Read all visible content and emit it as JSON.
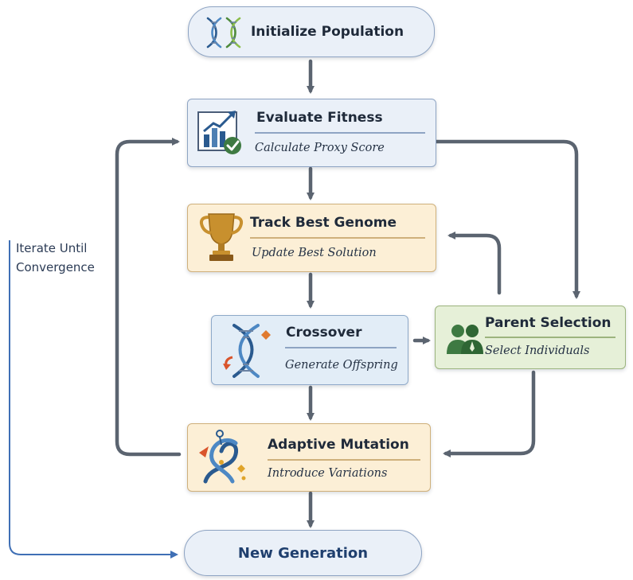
{
  "nodes": {
    "initialize": {
      "title": "Initialize Population"
    },
    "evaluate": {
      "title": "Evaluate Fitness",
      "subtitle": "Calculate Proxy Score"
    },
    "track": {
      "title": "Track Best Genome",
      "subtitle": "Update Best Solution"
    },
    "crossover": {
      "title": "Crossover",
      "subtitle": "Generate Offspring"
    },
    "parent": {
      "title": "Parent Selection",
      "subtitle": "Select Individuals"
    },
    "mutation": {
      "title": "Adaptive Mutation",
      "subtitle": "Introduce Variations"
    },
    "newgen": {
      "title": "New Generation"
    }
  },
  "side_label": "Iterate Until\nConvergence",
  "colors": {
    "arrow": "#5b6470",
    "loop_line": "#3f6fb5",
    "blue_fill": "#eaf0f8",
    "orange_fill": "#fcefd6",
    "green_fill": "#e6f0d8",
    "icon_navy": "#2a5a8f",
    "icon_gold": "#c8902e",
    "icon_green": "#3e7a42"
  },
  "icons": {
    "initialize": "dna-icon",
    "evaluate": "bar-chart-check-icon",
    "track": "trophy-icon",
    "crossover": "dna-crossover-icon",
    "parent": "users-icon",
    "mutation": "mutation-icon"
  }
}
